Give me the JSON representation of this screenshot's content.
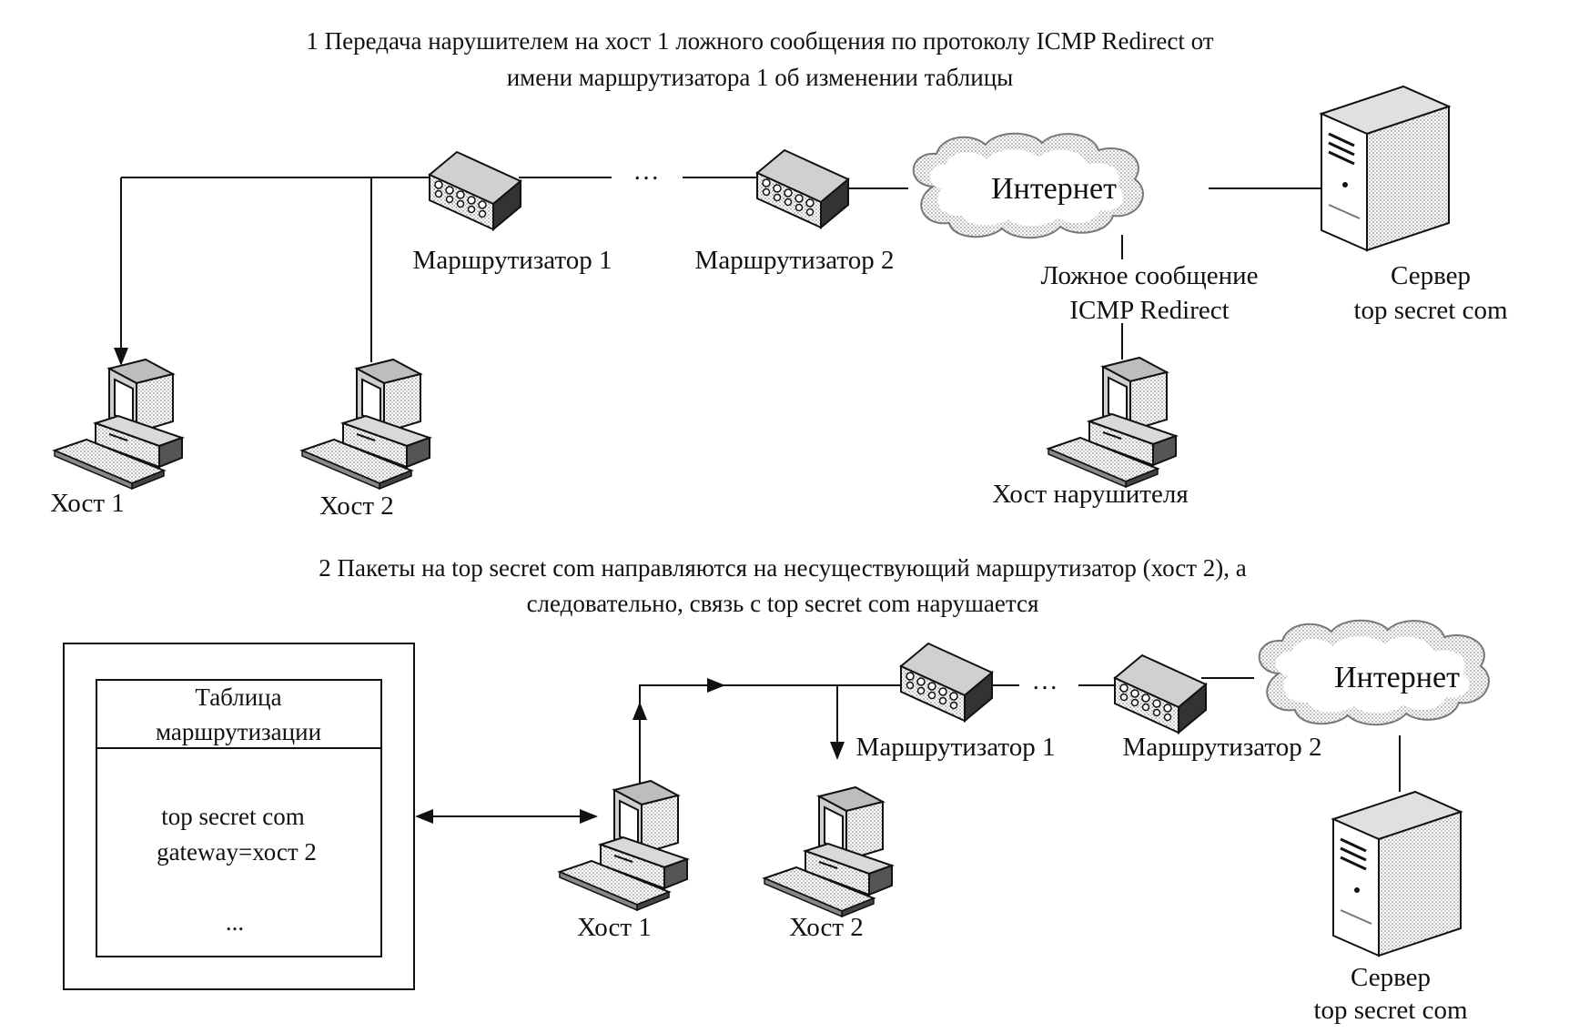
{
  "colors": {
    "ink": "#111111",
    "shade": "#9a9a9a",
    "paper": "#ffffff"
  },
  "icons": {
    "router": "router-icon",
    "computer": "desktop-computer-icon",
    "server": "server-tower-icon",
    "cloud": "internet-cloud-icon"
  },
  "step1": {
    "caption_line1": "1  Передача нарушителем на хост 1 ложного сообщения по протоколу ICMP Redirect от",
    "caption_line2": "имени маршрутизатора 1 об изменении таблицы",
    "router1": "Маршрутизатор 1",
    "router2": "Маршрутизатор 2",
    "ellipsis": "…",
    "internet": "Интернет",
    "fake_msg_line1": "Ложное сообщение",
    "fake_msg_line2": "ICMP Redirect",
    "server_line1": "Сервер",
    "server_line2": "top secret com",
    "host1": "Хост 1",
    "host2": "Хост 2",
    "attacker": "Хост нарушителя"
  },
  "step2": {
    "caption_line1": "2  Пакеты на top secret com направляются на несуществующий маршрутизатор (хост 2), а",
    "caption_line2": "следовательно, связь с top secret com нарушается",
    "table_header_line1": "Таблица",
    "table_header_line2": "маршрутизации",
    "table_entry_line1": "top secret com",
    "table_entry_line2": "gateway=хост 2",
    "table_more": "...",
    "router1": "Маршрутизатор 1",
    "router2": "Маршрутизатор 2",
    "ellipsis": "…",
    "internet": "Интернет",
    "host1": "Хост 1",
    "host2": "Хост 2",
    "server_line1": "Сервер",
    "server_line2": "top secret com"
  }
}
